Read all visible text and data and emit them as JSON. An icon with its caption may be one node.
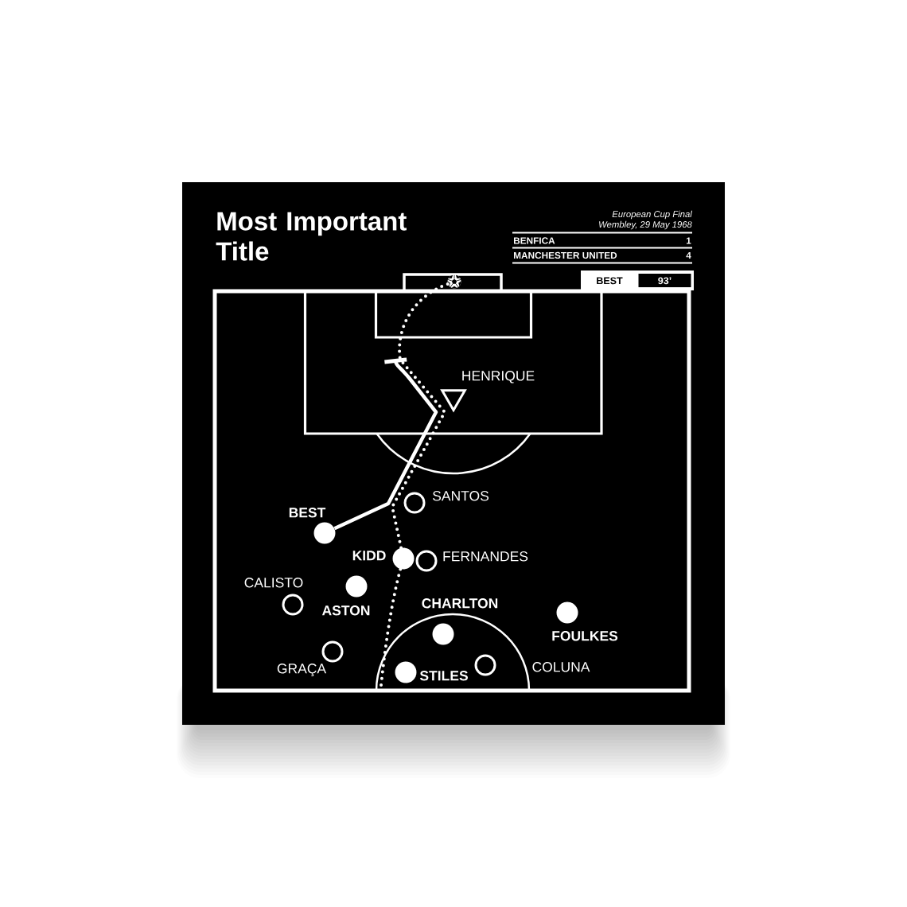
{
  "diagram": {
    "title": "Most Important Title",
    "nodes": [
      {
        "text": [],
        "shape": "picture"
      },
      {
        "text": [
          "BEST",
          "93’"
        ]
      },
      {
        "text": [
          "HENRIQUE"
        ]
      },
      {
        "text": [
          "SANTOS"
        ]
      },
      {
        "text": [
          "BEST"
        ]
      },
      {
        "text": [
          "KIDD"
        ]
      },
      {
        "text": [
          "FERNANDES"
        ]
      },
      {
        "text": [
          "CALISTO"
        ]
      },
      {
        "text": [
          "ASTON"
        ]
      },
      {
        "text": [
          "CHARLTON"
        ]
      },
      {
        "text": [
          "FOULKES"
        ]
      },
      {
        "text": [
          "GRAÇA"
        ]
      },
      {
        "text": [
          "STILES"
        ]
      },
      {
        "text": [
          "COLUNA"
        ]
      }
    ],
    "edges": [
      {
        "from": null,
        "to": 5,
        "arrow": "none",
        "style": "dashed"
      },
      {
        "from": 5,
        "to": 0,
        "arrow": "none",
        "style": "dashed"
      },
      {
        "from": 4,
        "to": null,
        "arrow": "other"
      }
    ],
    "labels": [
      "European Cup Final",
      "Wembley, 29 May 1968",
      "BENFICA",
      "1",
      "MANCHESTER UNITED",
      "4"
    ]
  }
}
